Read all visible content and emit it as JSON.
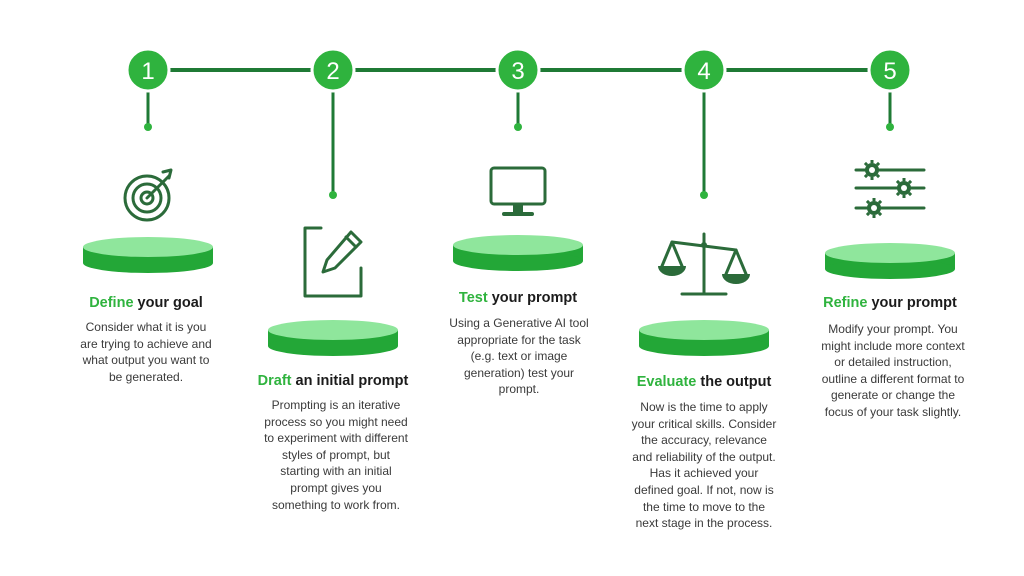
{
  "colors": {
    "accent": "#2fb33e",
    "dark": "#1f7a35",
    "icon": "#2b6b3a",
    "text": "#3a3a3a",
    "title": "#1b1b1b"
  },
  "steps": [
    {
      "number": "1",
      "title_highlight": "Define",
      "title_rest": " your goal",
      "icon": "target-icon",
      "lines": [
        "Consider what it is you",
        "are trying to achieve and",
        "what output you want to",
        "be generated."
      ]
    },
    {
      "number": "2",
      "title_highlight": "Draft",
      "title_rest": " an initial prompt",
      "icon": "edit-icon",
      "lines": [
        "Prompting is an iterative",
        "process so you might need",
        "to experiment with different",
        "styles of prompt, but",
        "starting with an initial",
        "prompt gives you",
        "something to work from."
      ]
    },
    {
      "number": "3",
      "title_highlight": "Test",
      "title_rest": " your prompt",
      "icon": "monitor-icon",
      "lines": [
        "Using a Generative AI tool",
        "appropriate for the task",
        "(e.g. text or image",
        "generation) test your",
        "prompt."
      ]
    },
    {
      "number": "4",
      "title_highlight": "Evaluate",
      "title_rest": " the output",
      "icon": "scales-icon",
      "lines": [
        "Now is the time to apply",
        "your critical skills. Consider",
        "the accuracy, relevance",
        "and reliability of the output.",
        "Has it achieved your",
        "defined goal. If not, now is",
        "the time to move to the",
        "next stage in the process."
      ]
    },
    {
      "number": "5",
      "title_highlight": "Refine",
      "title_rest": " your prompt",
      "icon": "sliders-icon",
      "lines": [
        "Modify your prompt. You",
        "might include more context",
        "or detailed instruction,",
        "outline a different format to",
        "generate or change the",
        "focus of your task slightly."
      ]
    }
  ]
}
